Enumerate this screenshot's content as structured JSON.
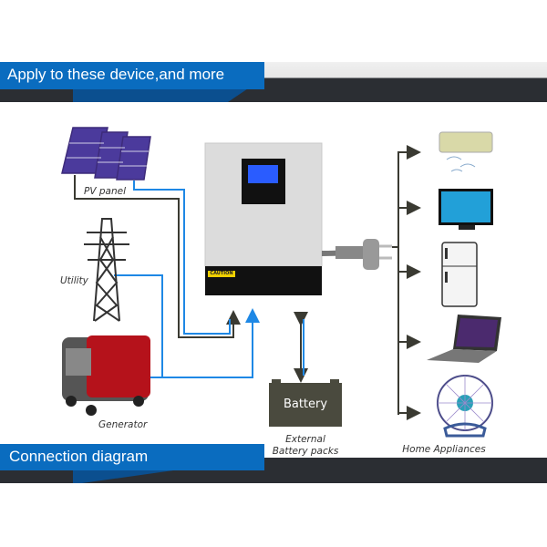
{
  "header": {
    "title": "Apply to these device,and more"
  },
  "footer": {
    "title": "Connection diagram"
  },
  "diagram": {
    "sources": [
      {
        "label": "PV panel",
        "icon": "solar-panel-icon"
      },
      {
        "label": "Utility",
        "icon": "power-tower-icon"
      },
      {
        "label": "Generator",
        "icon": "generator-icon"
      }
    ],
    "center": {
      "icon": "inverter-icon",
      "caution_label": "CAUTION"
    },
    "battery": {
      "box_label": "Battery",
      "caption_line1": "External",
      "caption_line2": "Battery packs"
    },
    "loads": {
      "caption": "Home Appliances",
      "items": [
        "air-conditioner-icon",
        "tv-icon",
        "refrigerator-icon",
        "laptop-icon",
        "fan-icon"
      ]
    }
  },
  "colors": {
    "brand_blue": "#0a6cbf",
    "dark_band": "#2b2e33",
    "wire_blue": "#1e88e5",
    "wire_dark": "#3a3a32",
    "battery": "#4a4a3e"
  }
}
